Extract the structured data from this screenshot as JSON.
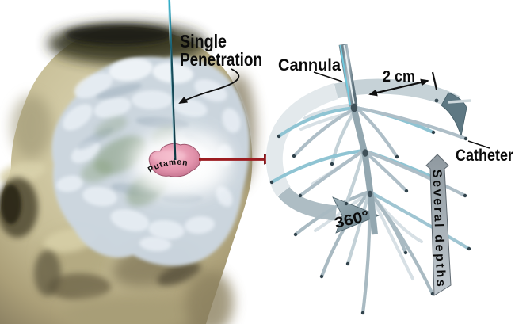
{
  "brain_panel": {
    "annotation_line1": "Single",
    "annotation_line2": "Penetration",
    "region_label": "Putamen"
  },
  "device_panel": {
    "cannula_label": "Cannula",
    "distance_label": "2 cm",
    "catheter_label": "Catheter",
    "rotation_label": "360°",
    "depth_label": "Several depths"
  },
  "colors": {
    "background": "#ffffff",
    "skull_bone": "#c6bd96",
    "skull_shadow": "#5e5740",
    "brain_tissue": "#ccd7e1",
    "brain_green": "#7f9873",
    "putamen_pink": "#e59bb2",
    "needle_teal": "#2a8ba3",
    "transfer_arrow_red": "#9c1c20",
    "device_metal": "#aebec7",
    "device_cyan": "#7ecbdd",
    "ribbon_gray": "#8ba0a8",
    "banner_gray": "#9aa4ab",
    "label_text": "#000000"
  }
}
